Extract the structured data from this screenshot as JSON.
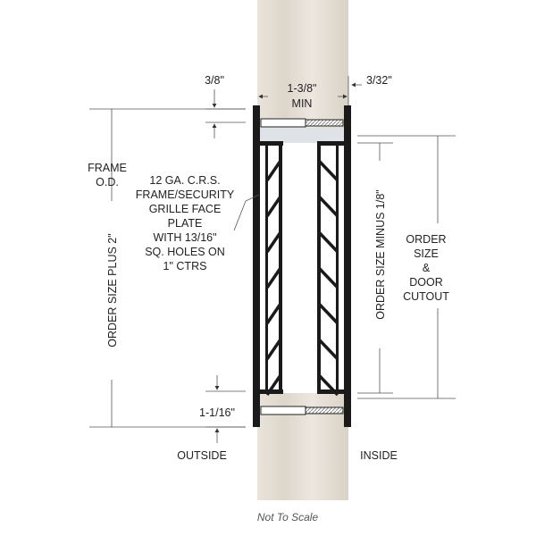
{
  "labels": {
    "dim_3_8": "3/8\"",
    "dim_1_3_8": "1-3/8\"",
    "dim_min": "MIN",
    "dim_3_32": "3/32\"",
    "frame_od": [
      "FRAME",
      "O.D."
    ],
    "callout": [
      "12 GA. C.R.S.",
      "FRAME/SECURITY",
      "GRILLE FACE",
      "PLATE",
      "WITH 13/16\"",
      "SQ. HOLES ON",
      "1\" CTRS"
    ],
    "order_plus_2": "ORDER SIZE PLUS 2\"",
    "order_minus_1_8": "ORDER SIZE MINUS 1/8\"",
    "order_cutout": [
      "ORDER",
      "SIZE",
      "&",
      "DOOR",
      "CUTOUT"
    ],
    "dim_1_1_16": "1-1/16\"",
    "outside": "OUTSIDE",
    "inside": "INSIDE",
    "not_to_scale": "Not To Scale"
  },
  "colors": {
    "wood": "#e3ddd3",
    "frame": "#1a1a1a",
    "plate": "#dfe2e6"
  }
}
